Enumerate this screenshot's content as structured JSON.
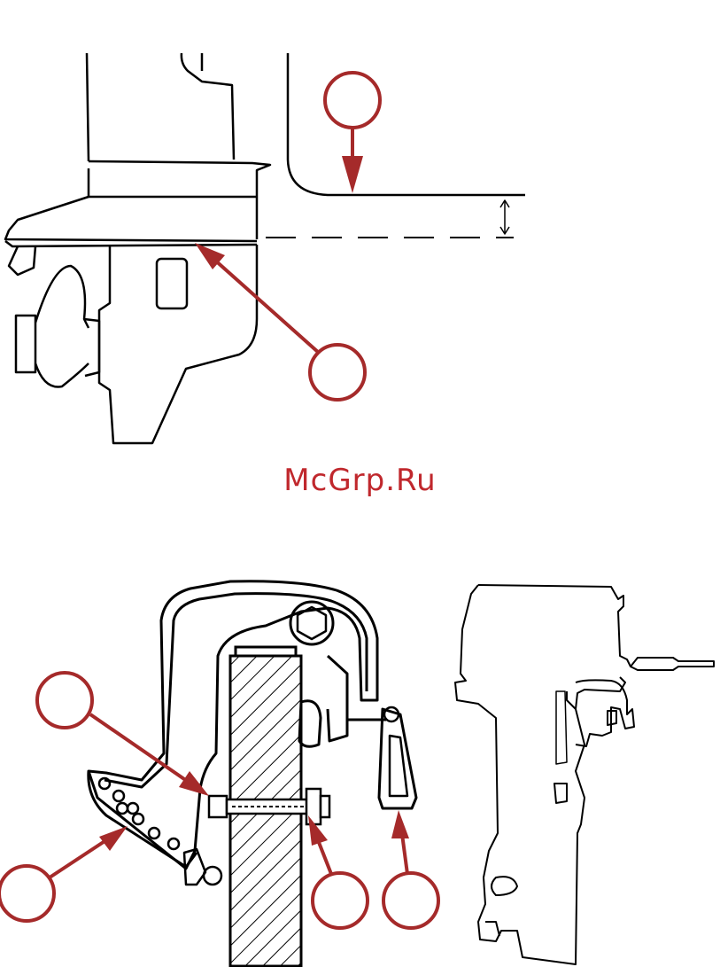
{
  "watermark": {
    "text": "McGrp.Ru",
    "color": "#c0282d"
  },
  "colors": {
    "callout": "#a52a2a",
    "line": "#000000",
    "background": "#ffffff"
  },
  "figures": [
    {
      "id": "transom-height",
      "callouts": [
        "callout-a",
        "callout-b"
      ]
    },
    {
      "id": "transom-clamp",
      "callouts": [
        "callout-c",
        "callout-d",
        "callout-e",
        "callout-f"
      ]
    },
    {
      "id": "outboard-silhouette"
    }
  ]
}
